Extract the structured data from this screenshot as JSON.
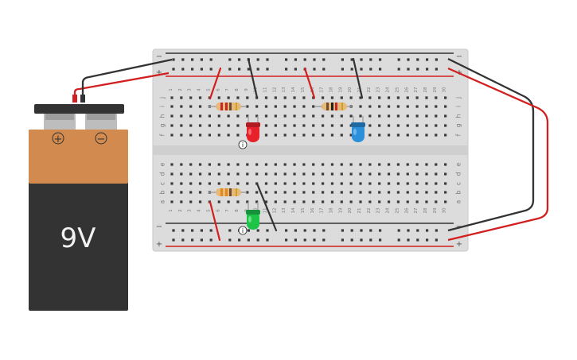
{
  "battery": {
    "label": "9V",
    "plus_symbol": "+",
    "minus_symbol": "−",
    "body_color": "#333333",
    "band_color": "#d28a4e"
  },
  "breadboard": {
    "columns": 30,
    "top_rows": [
      "j",
      "i",
      "h",
      "g",
      "f"
    ],
    "bottom_rows": [
      "e",
      "d",
      "c",
      "b",
      "a"
    ],
    "rail_minus": "−",
    "rail_plus": "+",
    "rail_red": "#d21f1f",
    "rail_black": "#333333"
  },
  "components": {
    "leds": [
      {
        "name": "red-led",
        "color": "#e8202a",
        "symbol": "i"
      },
      {
        "name": "blue-led",
        "color": "#2b8fd9",
        "symbol": ""
      },
      {
        "name": "green-led",
        "color": "#1ec447",
        "symbol": "i"
      }
    ],
    "resistor_count": 3
  },
  "wire_colors": {
    "red": "#d21f1f",
    "black": "#333333"
  }
}
